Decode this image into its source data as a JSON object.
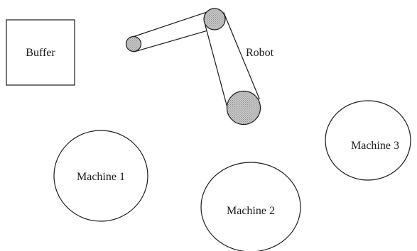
{
  "labels": {
    "buffer": "Buffer",
    "robot": "Robot",
    "machine1": "Machine 1",
    "machine2": "Machine 2",
    "machine3": "Machine 3"
  }
}
